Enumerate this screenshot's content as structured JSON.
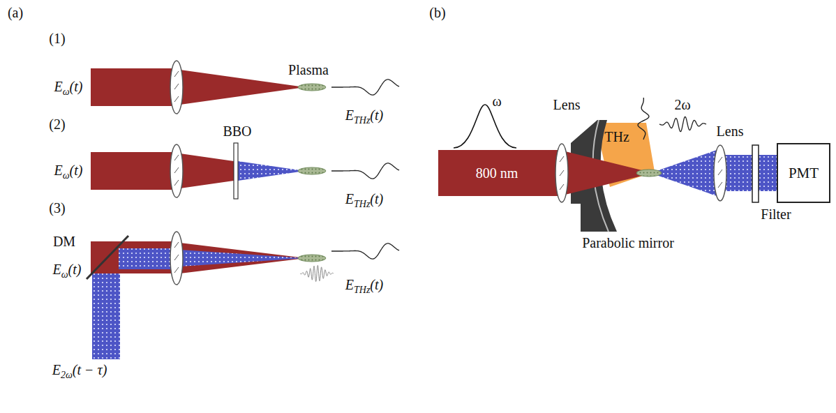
{
  "diagram": {
    "nodes": [
      {
        "text": [
          "PMT"
        ]
      }
    ],
    "labels": [
      "(a)",
      "(b)",
      "(1)",
      "Eω(t)",
      "Plasma",
      "ETHz(t)",
      "(2)",
      "Eω(t)",
      "BBO",
      "ETHz(t)",
      "(3)",
      "DM",
      "Eω(t)",
      "ETHz(t)",
      "E2ω(t − τ)",
      "ω",
      "Lens",
      "THz",
      "2ω",
      "Lens",
      "800 nm",
      "Filter",
      "Parabolic mirror"
    ]
  }
}
